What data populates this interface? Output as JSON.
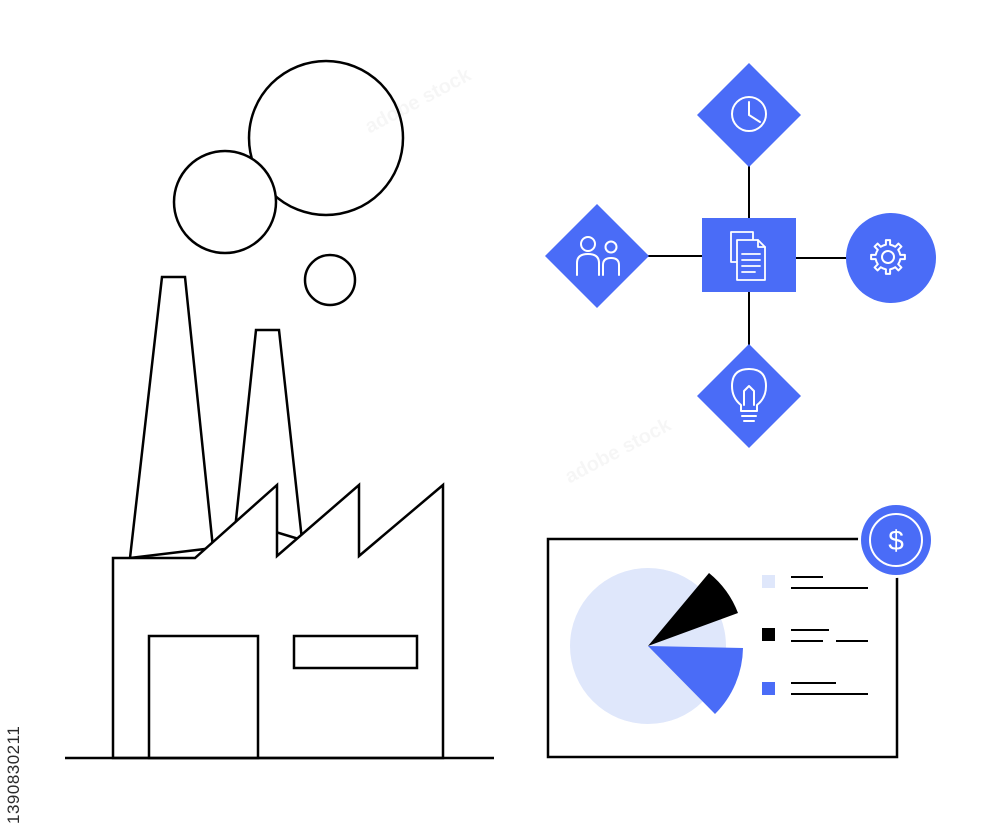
{
  "image_id_text": "1390830211",
  "watermark_text": "adobe stock",
  "colors": {
    "accent": "#4a6cf7",
    "accent_light": "#dfe7fb",
    "ink": "#000000",
    "background": "#ffffff"
  },
  "icons": {
    "top_node": "clock-icon",
    "left_node": "people-icon",
    "center_node": "document-icon",
    "right_node": "gear-icon",
    "bottom_node": "lightbulb-icon",
    "coin": "dollar-icon"
  },
  "pie_chart": {
    "slices": [
      {
        "name": "light",
        "color": "#dfe7fb"
      },
      {
        "name": "black",
        "color": "#000000"
      },
      {
        "name": "blue",
        "color": "#4a6cf7"
      }
    ]
  },
  "coin_symbol": "$"
}
